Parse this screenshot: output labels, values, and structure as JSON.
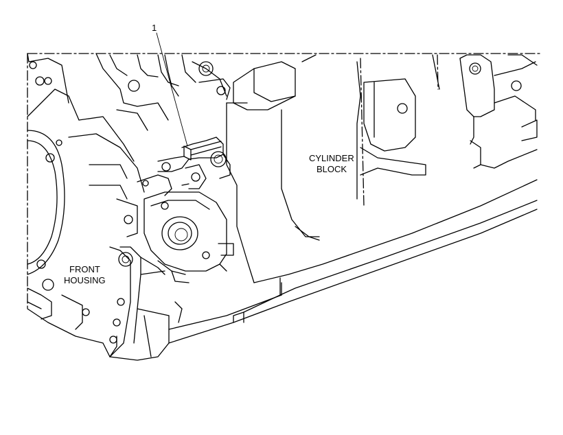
{
  "diagram": {
    "callout_number": "1",
    "labels": {
      "cylinder_block_line1": "CYLINDER",
      "cylinder_block_line2": "BLOCK",
      "front_housing_line1": "FRONT",
      "front_housing_line2": "HOUSING"
    }
  }
}
